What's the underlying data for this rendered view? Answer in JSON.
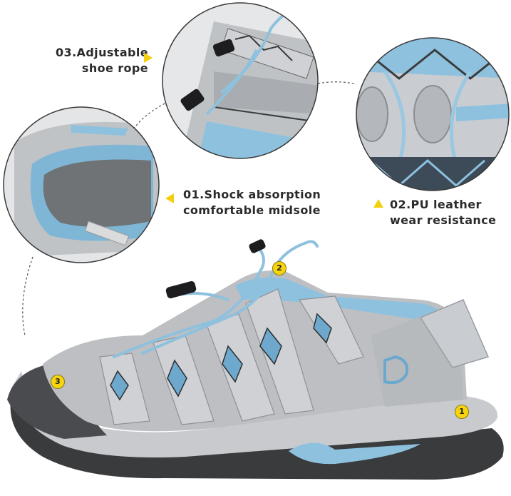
{
  "features": {
    "adjustable_rope": {
      "line1": "03.Adjustable",
      "line2": "shoe rope"
    },
    "shock_absorption": {
      "line1": "01.Shock absorption",
      "line2": "comfortable midsole"
    },
    "pu_leather": {
      "line1": "02.PU leather",
      "line2": "wear resistance"
    }
  },
  "markers": {
    "one": "1",
    "two": "2",
    "three": "3"
  },
  "colors": {
    "accent_yellow": "#f6d40f",
    "shoe_gray": "#b9bcbf",
    "strap_light_gray": "#c9cccf",
    "sky_blue": "#8ec1de",
    "sole_dark": "#3a3b3d",
    "label_text": "#2b2b2b"
  },
  "icons": {
    "callout_pointer": "triangle-icon",
    "brand_logo": "brand-logo-icon"
  }
}
